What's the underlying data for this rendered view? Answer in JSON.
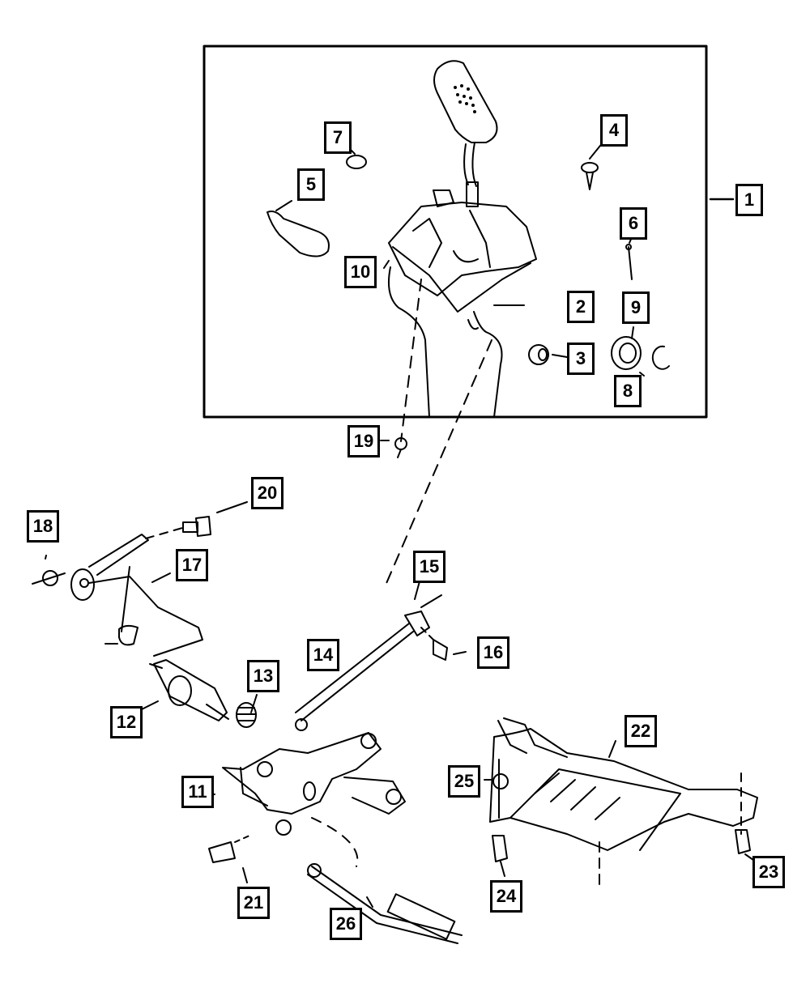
{
  "diagram": {
    "type": "exploded parts diagram",
    "subject": "automatic transmission gear shifter assembly and linkage",
    "assembly_group": {
      "label": "1",
      "includes": [
        "2",
        "3",
        "4",
        "5",
        "6",
        "7",
        "8",
        "9",
        "10"
      ]
    },
    "callouts": [
      {
        "id": "c1",
        "label": "1"
      },
      {
        "id": "c2",
        "label": "2"
      },
      {
        "id": "c3",
        "label": "3"
      },
      {
        "id": "c4",
        "label": "4"
      },
      {
        "id": "c5",
        "label": "5"
      },
      {
        "id": "c6",
        "label": "6"
      },
      {
        "id": "c7",
        "label": "7"
      },
      {
        "id": "c8",
        "label": "8"
      },
      {
        "id": "c9",
        "label": "9"
      },
      {
        "id": "c10",
        "label": "10"
      },
      {
        "id": "c11",
        "label": "11"
      },
      {
        "id": "c12",
        "label": "12"
      },
      {
        "id": "c13",
        "label": "13"
      },
      {
        "id": "c14",
        "label": "14"
      },
      {
        "id": "c15",
        "label": "15"
      },
      {
        "id": "c16",
        "label": "16"
      },
      {
        "id": "c17",
        "label": "17"
      },
      {
        "id": "c18",
        "label": "18"
      },
      {
        "id": "c19",
        "label": "19"
      },
      {
        "id": "c20",
        "label": "20"
      },
      {
        "id": "c21",
        "label": "21"
      },
      {
        "id": "c22",
        "label": "22"
      },
      {
        "id": "c23",
        "label": "23"
      },
      {
        "id": "c24",
        "label": "24"
      },
      {
        "id": "c25",
        "label": "25"
      },
      {
        "id": "c26",
        "label": "26"
      }
    ]
  }
}
